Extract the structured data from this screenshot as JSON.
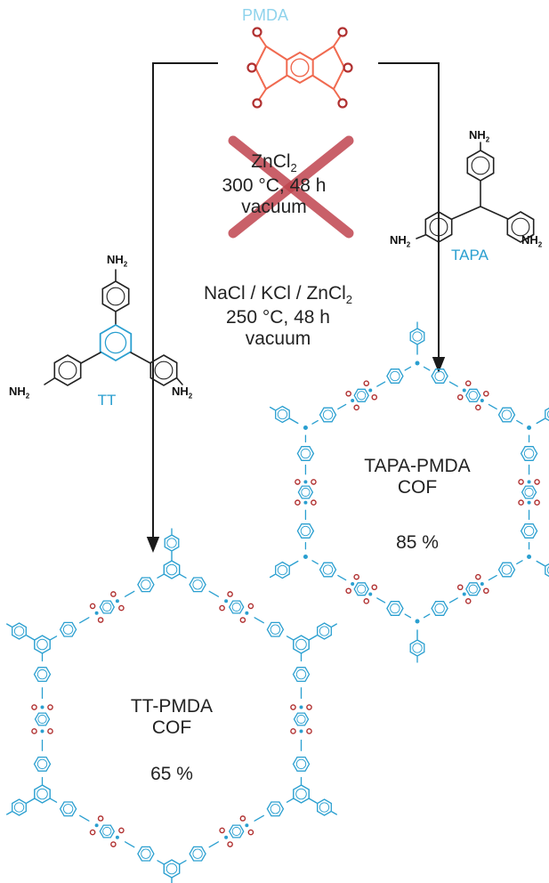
{
  "reagents": {
    "pmda": {
      "label": "PMDA"
    },
    "tapa": {
      "label": "TAPA",
      "amine_label": "NH",
      "amine_sub": "2"
    },
    "tt": {
      "label": "TT",
      "amine_label": "NH",
      "amine_sub": "2"
    }
  },
  "conditions": {
    "failed": {
      "line1_main": "ZnCl",
      "line1_sub": "2",
      "line2": "300 °C, 48 h",
      "line3": "vacuum"
    },
    "success": {
      "line1_main": "NaCl / KCl / ZnCl",
      "line1_sub": "2",
      "line2": "250 °C, 48 h",
      "line3": "vacuum"
    }
  },
  "products": {
    "tapa_cof": {
      "name_line1": "TAPA-PMDA",
      "name_line2": "COF",
      "yield": "85 %"
    },
    "tt_cof": {
      "name_line1": "TT-PMDA",
      "name_line2": "COF",
      "yield": "65 %"
    }
  },
  "colors": {
    "framework": "#2a9fd0",
    "pmda_body": "#f06a50",
    "carbonyl_o": "#b03030",
    "cross": "#c0454f",
    "arrow": "#1a1a1a"
  }
}
